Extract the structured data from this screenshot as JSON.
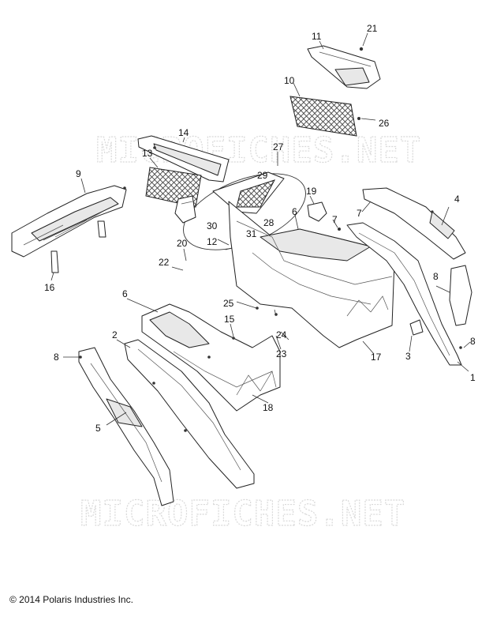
{
  "watermark": "MICROFICHES.NET",
  "copyright": "© 2014 Polaris Industries Inc.",
  "callouts": [
    "1",
    "2",
    "3",
    "4",
    "5",
    "6",
    "6",
    "7",
    "7",
    "8",
    "8",
    "8",
    "9",
    "10",
    "11",
    "12",
    "13",
    "14",
    "15",
    "16",
    "17",
    "18",
    "19",
    "20",
    "21",
    "22",
    "23",
    "24",
    "25",
    "26",
    "27",
    "28",
    "29",
    "30",
    "31"
  ]
}
